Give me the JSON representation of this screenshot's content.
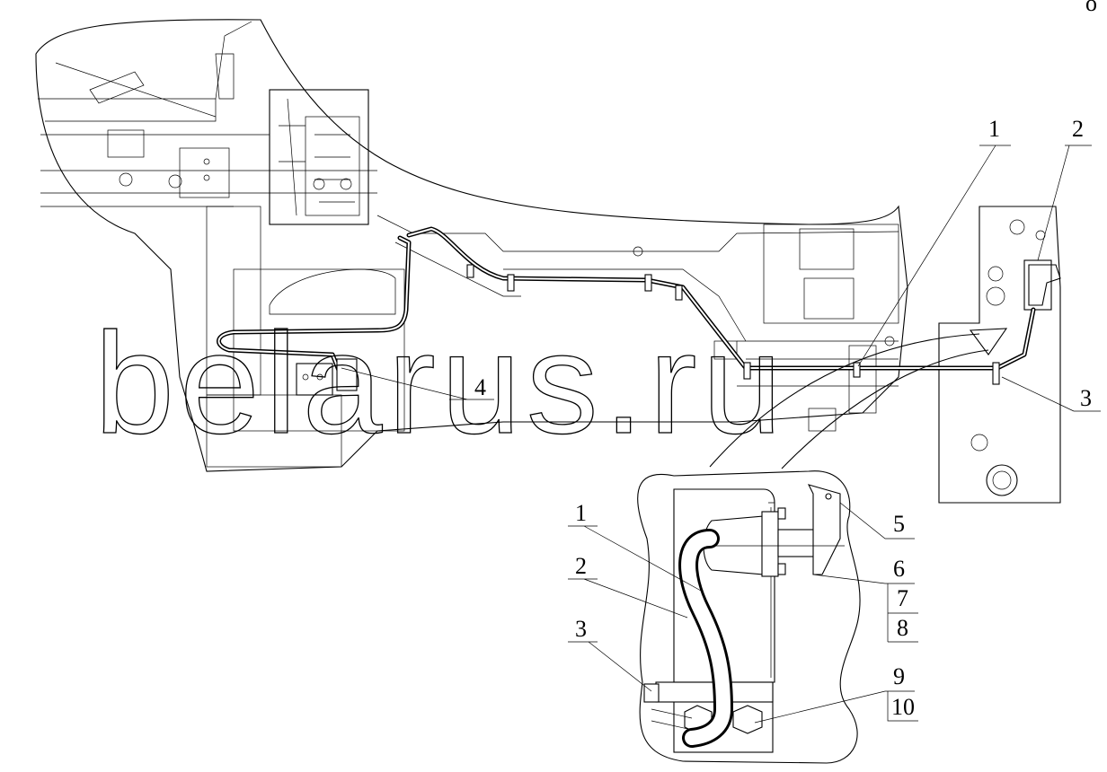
{
  "watermark": {
    "text": "belarus.ru"
  },
  "corner_mark": "о",
  "main_callouts": [
    "1",
    "2",
    "3",
    "4"
  ],
  "detail_callouts": [
    "1",
    "2",
    "3",
    "5",
    "6",
    "7",
    "8",
    "9",
    "10"
  ]
}
